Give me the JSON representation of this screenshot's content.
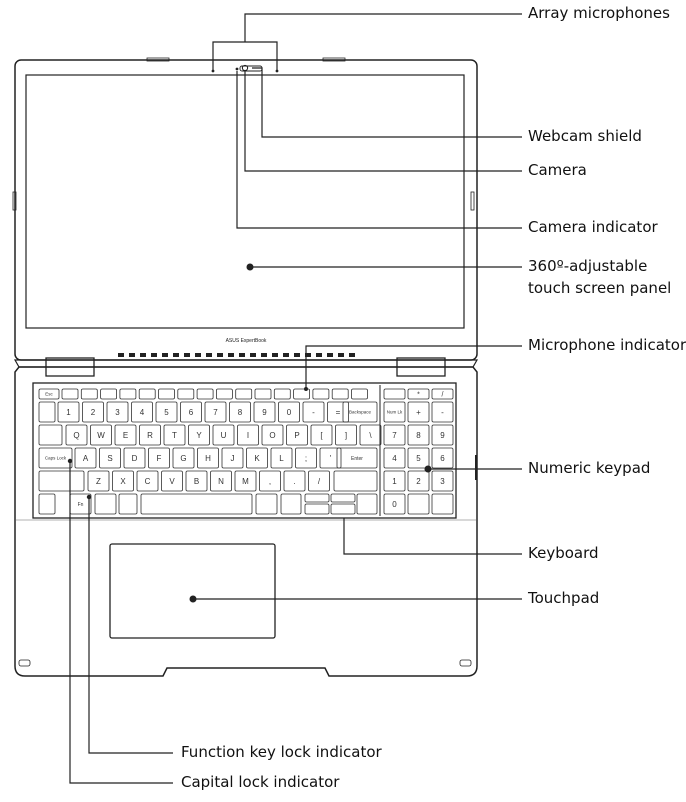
{
  "brand": "ASUS ExpertBook",
  "callouts": {
    "array_microphones": "Array microphones",
    "webcam_shield": "Webcam shield",
    "camera": "Camera",
    "camera_indicator": "Camera indicator",
    "touch_screen_line1": "360º-adjustable",
    "touch_screen_line2": "touch screen panel",
    "microphone_indicator": "Microphone indicator",
    "numeric_keypad": "Numeric keypad",
    "keyboard": "Keyboard",
    "touchpad": "Touchpad",
    "function_key_lock_indicator": "Function key lock indicator",
    "capital_lock_indicator": "Capital lock indicator"
  },
  "keys": {
    "esc": "Esc",
    "num_row": [
      "1",
      "2",
      "3",
      "4",
      "5",
      "6",
      "7",
      "8",
      "9",
      "0",
      "-",
      "="
    ],
    "backspace": "Backspace",
    "qwerty": [
      "Q",
      "W",
      "E",
      "R",
      "T",
      "Y",
      "U",
      "I",
      "O",
      "P",
      "[",
      "]",
      "\\"
    ],
    "caps_lock": "Caps Lock",
    "home_row": [
      "A",
      "S",
      "D",
      "F",
      "G",
      "H",
      "J",
      "K",
      "L",
      ";",
      "'"
    ],
    "enter": "Enter",
    "bottom_row": [
      "Z",
      "X",
      "C",
      "V",
      "B",
      "N",
      "M",
      ",",
      ".",
      "/"
    ],
    "fn": "Fn",
    "num_lock": "Num Lk",
    "keypad_digits": [
      "7",
      "8",
      "9",
      "4",
      "5",
      "6",
      "1",
      "2",
      "3",
      "0"
    ],
    "keypad_ops": [
      "*",
      "/",
      "+",
      "-"
    ]
  }
}
